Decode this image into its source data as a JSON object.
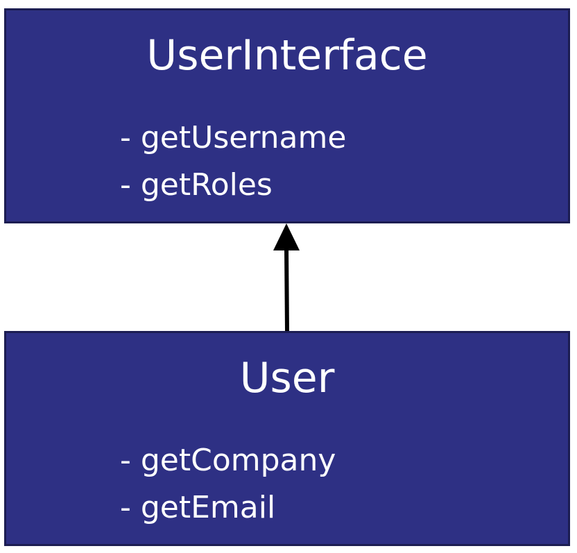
{
  "diagram": {
    "parent_class": {
      "name": "UserInterface",
      "methods": [
        "- getUsername",
        "- getRoles"
      ]
    },
    "child_class": {
      "name": "User",
      "methods": [
        "- getCompany",
        "- getEmail"
      ]
    },
    "relationship": "inheritance",
    "colors": {
      "box_fill": "#2e3084",
      "box_border": "#1c1d52",
      "text": "#ffffff",
      "arrow": "#000000"
    }
  }
}
